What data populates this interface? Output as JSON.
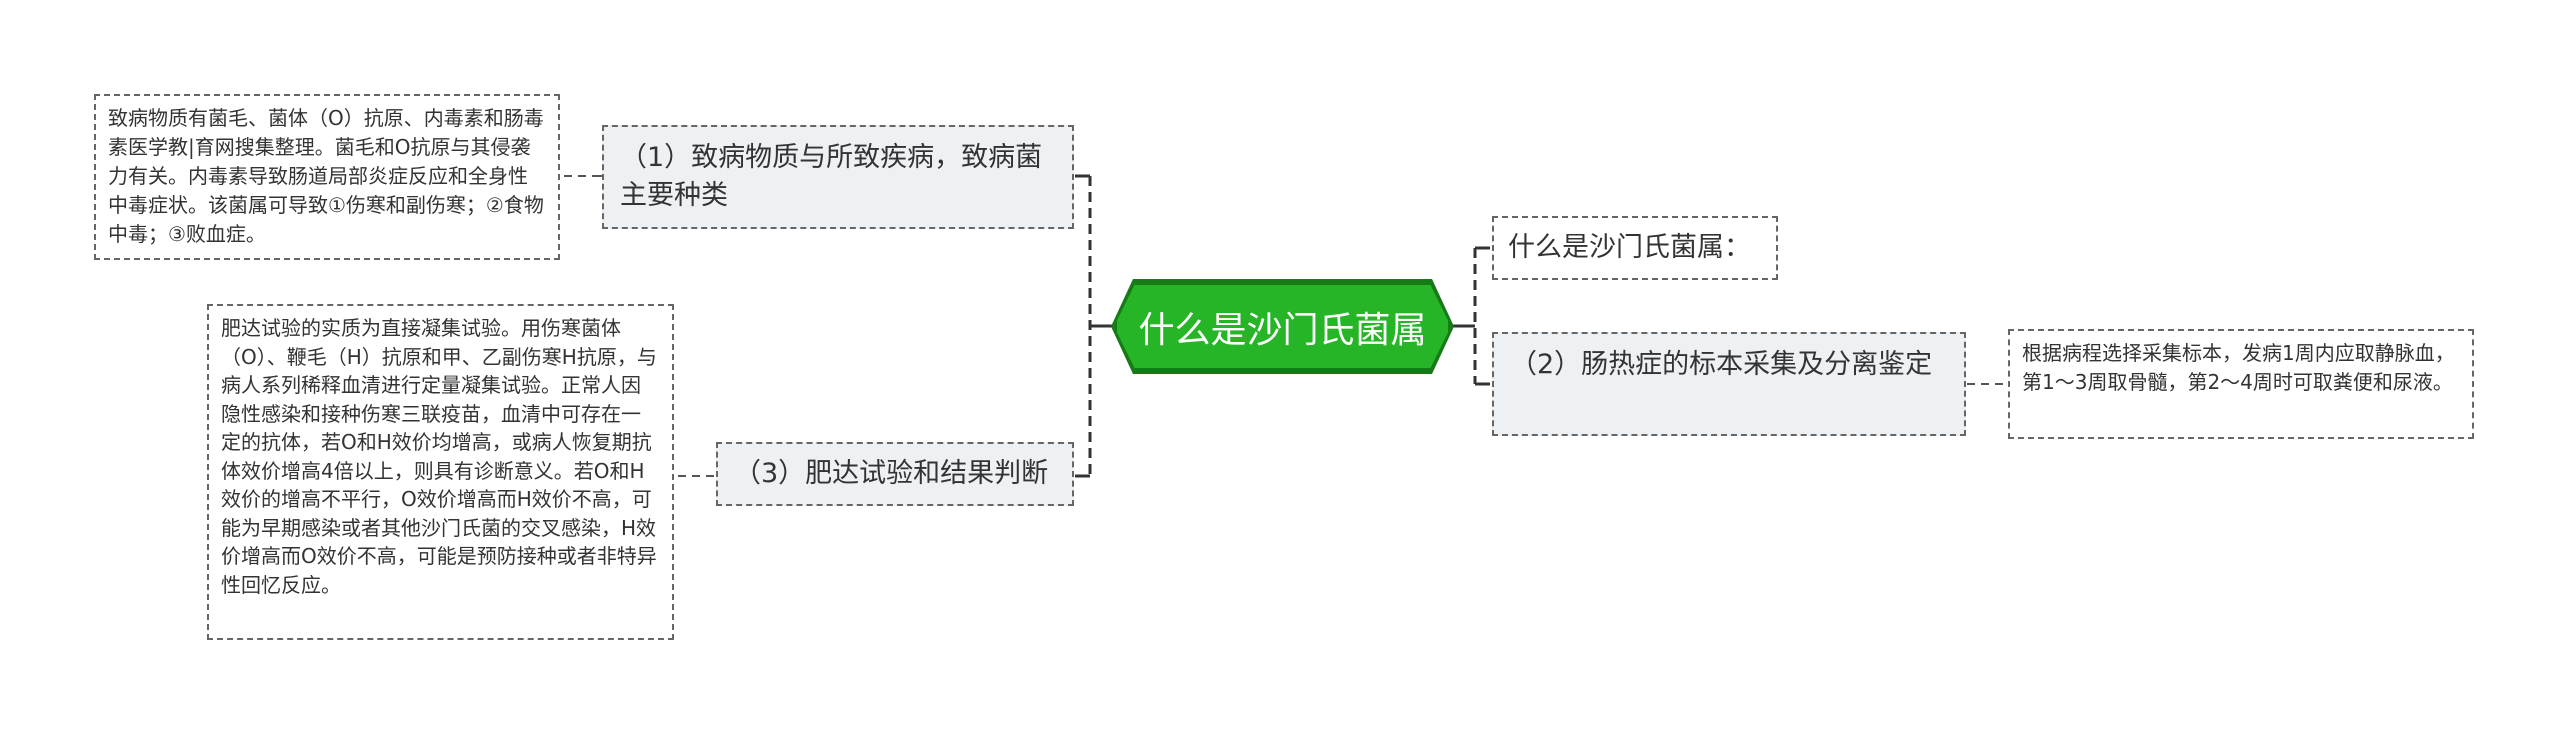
{
  "root": {
    "label": "什么是沙门氏菌属"
  },
  "branches": {
    "b1": {
      "label": "（1）致病物质与所致疾病，致病菌主要种类"
    },
    "b2": {
      "label": "什么是沙门氏菌属："
    },
    "b3": {
      "label": "（2）肠热症的标本采集及分离鉴定"
    },
    "b4": {
      "label": "（3）肥达试验和结果判断"
    }
  },
  "leaves": {
    "l1": {
      "text": "致病物质有菌毛、菌体（O）抗原、内毒素和肠毒素医学教|育网搜集整理。菌毛和O抗原与其侵袭力有关。内毒素导致肠道局部炎症反应和全身性中毒症状。该菌属可导致①伤寒和副伤寒；②食物中毒；③败血症。"
    },
    "l3": {
      "text": "根据病程选择采集标本，发病1周内应取静脉血，第1～3周取骨髓，第2～4周时可取粪便和尿液。"
    },
    "l4": {
      "text": "肥达试验的实质为直接凝集试验。用伤寒菌体（O）、鞭毛（H）抗原和甲、乙副伤寒H抗原，与病人系列稀释血清进行定量凝集试验。正常人因隐性感染和接种伤寒三联疫苗，血清中可存在一定的抗体，若O和H效价均增高，或病人恢复期抗体效价增高4倍以上，则具有诊断意义。若O和H效价的增高不平行，O效价增高而H效价不高，可能为早期感染或者其他沙门氏菌的交叉感染，H效价增高而O效价不高，可能是预防接种或者非特异性回忆反应。"
    }
  },
  "colors": {
    "root_fill": "#25b526",
    "root_border": "#167a16",
    "branch_fill": "#eef1f4",
    "connector": "#333333"
  }
}
